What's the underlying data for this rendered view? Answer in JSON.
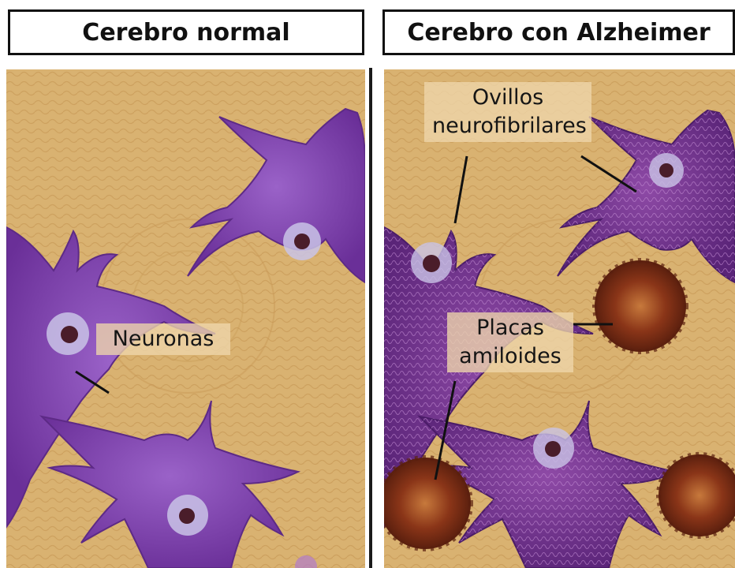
{
  "titles": {
    "left": "Cerebro normal",
    "right": "Cerebro con Alzheimer"
  },
  "labels": {
    "neuronas": "Neuronas",
    "ovillos_line1": "Ovillos",
    "ovillos_line2": "neurofibrilares",
    "placas_line1": "Placas",
    "placas_line2": "amiloides"
  },
  "colors": {
    "tissue": "#d9b271",
    "tissue_dark": "#c79a55",
    "neuron": "#7a3fa8",
    "neuron_dark": "#5d2a86",
    "neuron_tangle": "#6b2f8f",
    "nucleus_ring": "#c9c3e6",
    "nucleolus": "#4a1d2a",
    "plaque": "#7a2d16",
    "plaque_light": "#c7793c"
  }
}
